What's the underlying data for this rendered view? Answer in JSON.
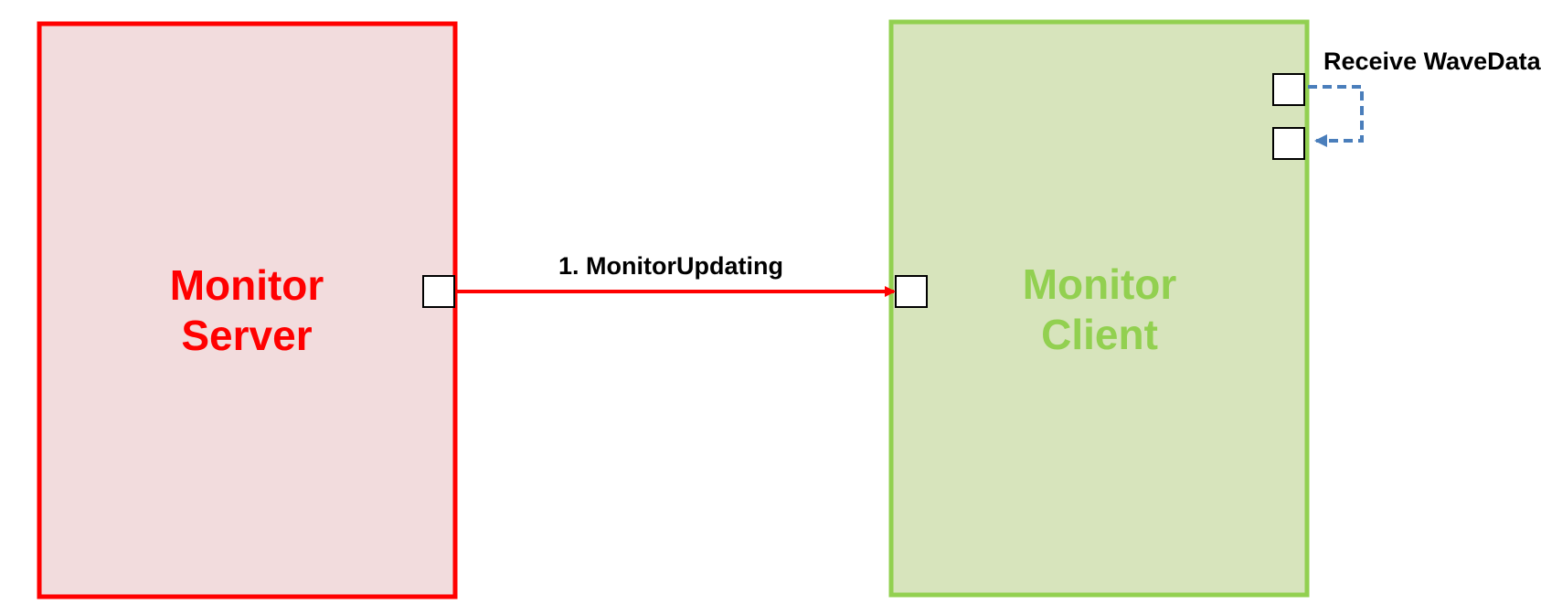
{
  "colors": {
    "server_stroke": "#ff0000",
    "server_fill": "#f2dcdd",
    "server_text": "#ff0000",
    "client_stroke": "#92d050",
    "client_fill": "#d7e4bc",
    "client_text": "#92d050",
    "message_arrow": "#ff0000",
    "self_arrow": "#4a7ebb",
    "port_fill": "#ffffff",
    "port_stroke": "#000000"
  },
  "nodes": {
    "server": {
      "line1": "Monitor",
      "line2": "Server"
    },
    "client": {
      "line1": "Monitor",
      "line2": "Client"
    }
  },
  "edges": {
    "monitor_updating": {
      "label": "1. MonitorUpdating",
      "style": "solid"
    },
    "receive_wavedata": {
      "label": "Receive WaveData",
      "style": "dashed"
    }
  }
}
